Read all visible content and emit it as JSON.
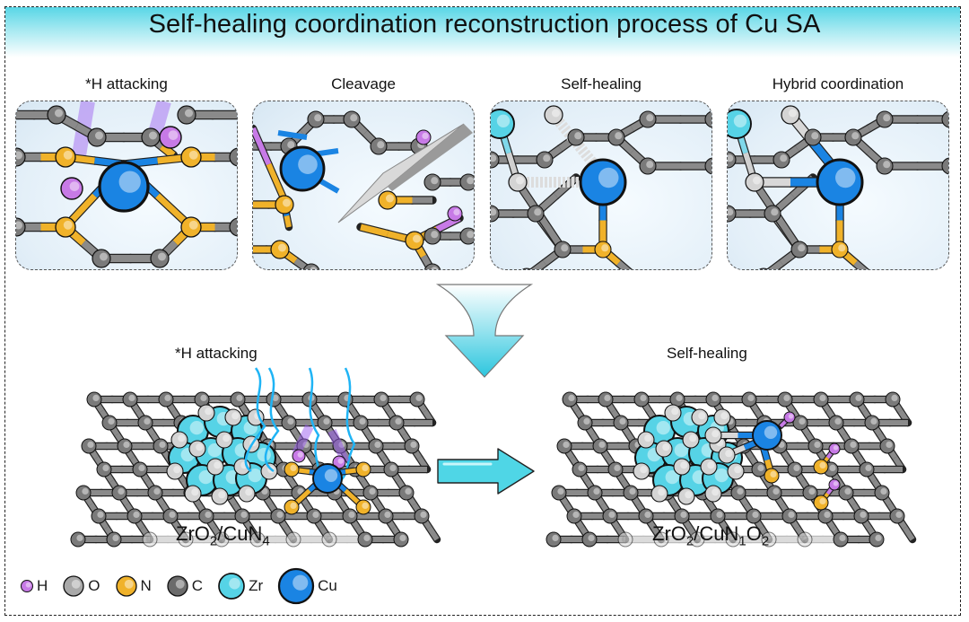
{
  "figure": {
    "title": "Self-healing coordination reconstruction process of Cu SA",
    "panels": [
      {
        "label": "*H attacking"
      },
      {
        "label": "Cleavage"
      },
      {
        "label": "Self-healing"
      },
      {
        "label": "Hybrid coordination"
      }
    ],
    "scenes": [
      {
        "label": "*H attacking",
        "formula": {
          "base": "ZrO",
          "sub1": "2",
          "mid": "/CuN",
          "sub2": "4",
          "mid2": "",
          "sub3": ""
        }
      },
      {
        "label": "Self-healing",
        "formula": {
          "base": "ZrO",
          "sub1": "2",
          "mid": "/CuN",
          "sub2": "1",
          "mid2": "O",
          "sub3": "2"
        }
      }
    ],
    "legend": [
      {
        "label": "H",
        "color": "#c77ae6"
      },
      {
        "label": "O",
        "color": "#a9a9a9"
      },
      {
        "label": "N",
        "color": "#f0b22a"
      },
      {
        "label": "C",
        "color": "#6b6b6b"
      },
      {
        "label": "Zr",
        "color": "#4fd3e4"
      },
      {
        "label": "Cu",
        "color": "#1a7fe0"
      }
    ],
    "colors": {
      "H": "#c77ae6",
      "O": "#d4d4d4",
      "N": "#f0b22a",
      "C": "#7a7a7a",
      "Zr": "#56d3e6",
      "Cu": "#1a84e3",
      "arrow": "#4fd3e4",
      "title_band": "#58d6e6"
    }
  }
}
